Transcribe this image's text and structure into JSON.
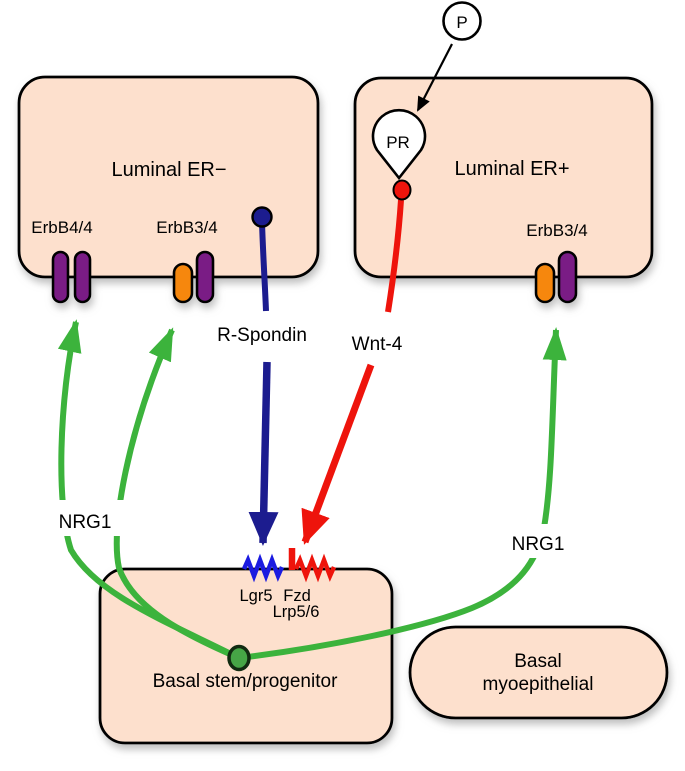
{
  "diagram": {
    "type": "cell-signaling-pathway",
    "cells": {
      "luminal_er_neg": "Luminal ER−",
      "luminal_er_pos": "Luminal ER+",
      "basal_stem": "Basal stem/progenitor",
      "basal_myo_line1": "Basal",
      "basal_myo_line2": "myoepithelial"
    },
    "receptors": {
      "erbb44": "ErbB4/4",
      "erbb34_left": "ErbB3/4",
      "erbb34_right": "ErbB3/4",
      "pr": "PR",
      "lgr5": "Lgr5",
      "fzd": "Fzd",
      "lrp56": "Lrp5/6"
    },
    "ligands": {
      "p": "P",
      "r_spondin": "R-Spondin",
      "wnt4": "Wnt-4",
      "nrg1_left": "NRG1",
      "nrg1_right": "NRG1"
    },
    "colors": {
      "cell_fill": "#fde0cd",
      "outline": "#000000",
      "erbb_purple": "#7a1b85",
      "erbb3_orange": "#f6870f",
      "r_spondin_navy": "#1c1c8f",
      "lgr5_blue": "#1b1be0",
      "wnt_red": "#ee140c",
      "nrg1_green": "#3cb33c",
      "node_green_fill": "#46a546",
      "node_green_stroke": "#112b11"
    }
  }
}
